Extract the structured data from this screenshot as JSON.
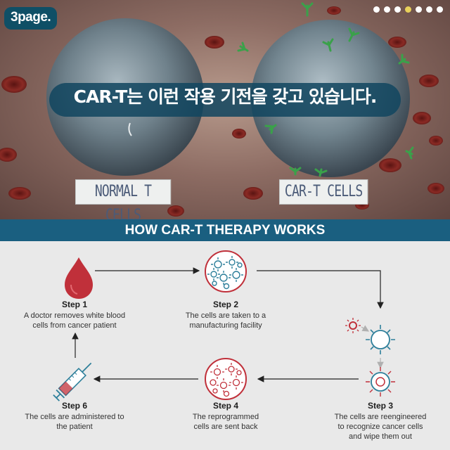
{
  "brand": {
    "logo_text": "3page."
  },
  "pagination": {
    "total": 7,
    "active": 4
  },
  "hero": {
    "caption": "CAR-T는 이런 작용 기전을 갖고 있습니다.",
    "label_left": "NORMAL T CELLS",
    "label_right": "CAR-T CELLS"
  },
  "banner": {
    "title": "HOW CAR-T THERAPY WORKS"
  },
  "steps": [
    {
      "title": "Step 1",
      "desc": [
        "A doctor removes white blood",
        "cells from cancer patient"
      ],
      "icon": "blood-drop-icon"
    },
    {
      "title": "Step 2",
      "desc": [
        "The cells are taken to a",
        "manufacturing facility"
      ],
      "icon": "cell-cluster-icon"
    },
    {
      "title": "Step 3",
      "desc": [
        "The cells are reengineered",
        "to recognize cancer cells",
        "and wipe them out"
      ],
      "icon": "engineered-cell-icon"
    },
    {
      "title": "Step 4",
      "desc": [
        "The reprogrammed",
        "cells are sent back"
      ],
      "icon": "reprogrammed-cells-icon"
    },
    {
      "title": "Step 6",
      "desc": [
        "The cells are administered to",
        "the patient"
      ],
      "icon": "syringe-icon"
    }
  ],
  "colors": {
    "banner": "#1a5f80",
    "accent_red": "#c0303a",
    "cell_blue": "#2d7f9a",
    "caption_bg": "#124660"
  }
}
